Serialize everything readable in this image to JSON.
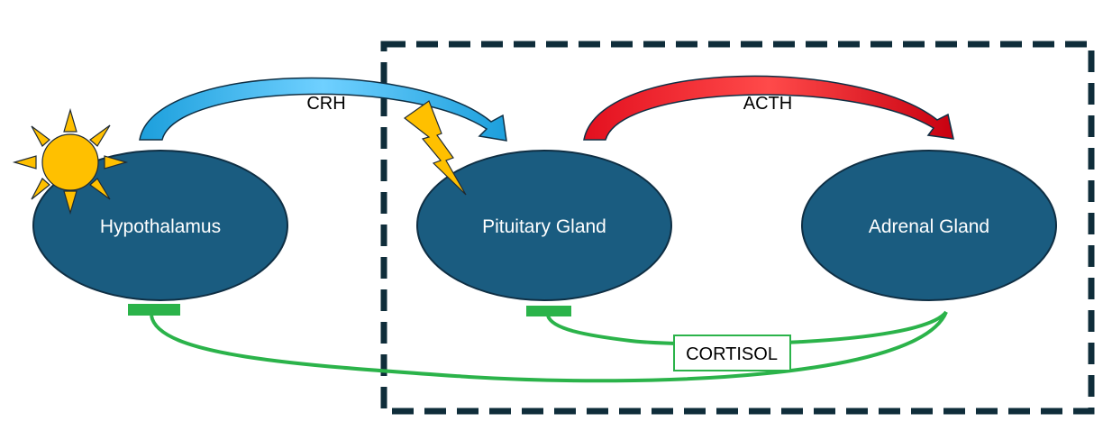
{
  "nodes": {
    "hypothalamus": "Hypothalamus",
    "pituitary": "Pituitary Gland",
    "adrenal": "Adrenal Gland"
  },
  "arrows": {
    "crh": "CRH",
    "acth": "ACTH"
  },
  "feedback": {
    "label": "CORTISOL"
  },
  "icons": [
    "sun-icon",
    "lightning-icon"
  ],
  "colors": {
    "node_fill": "#1a5c80",
    "node_stroke": "#0f2f44",
    "crh_arrow": "#1ba8e8",
    "acth_arrow": "#e8102a",
    "feedback": "#2bb34a",
    "dashed_box": "#0f2d3a",
    "sun": "#ffc000",
    "lightning": "#ffc000"
  }
}
